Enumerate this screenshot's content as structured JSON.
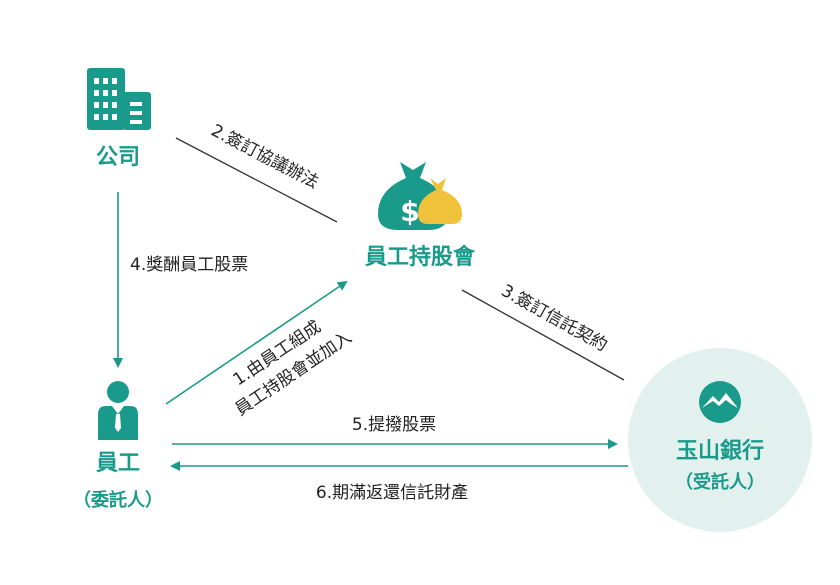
{
  "colors": {
    "teal": "#1a9a8a",
    "gold": "#f0c23b",
    "circle_bg": "#e3f1ee",
    "line_gray": "#333333",
    "text": "#222222"
  },
  "nodes": {
    "company": {
      "label": "公司",
      "icon": "building-icon"
    },
    "esop": {
      "label": "員工持股會",
      "icon": "money-bag-icon"
    },
    "employee": {
      "label": "員工",
      "sublabel": "（委託人）",
      "icon": "person-icon"
    },
    "bank": {
      "label": "玉山銀行",
      "sublabel": "（受託人）",
      "icon": "bank-mountain-logo"
    }
  },
  "edges": {
    "e1_line1": "1.由員工組成",
    "e1_line2": "員工持股會並加入",
    "e2": "2.簽訂協議辦法",
    "e3": "3.簽訂信託契約",
    "e4": "4.獎酬員工股票",
    "e5": "5.提撥股票",
    "e6": "6.期滿返還信託財產"
  }
}
